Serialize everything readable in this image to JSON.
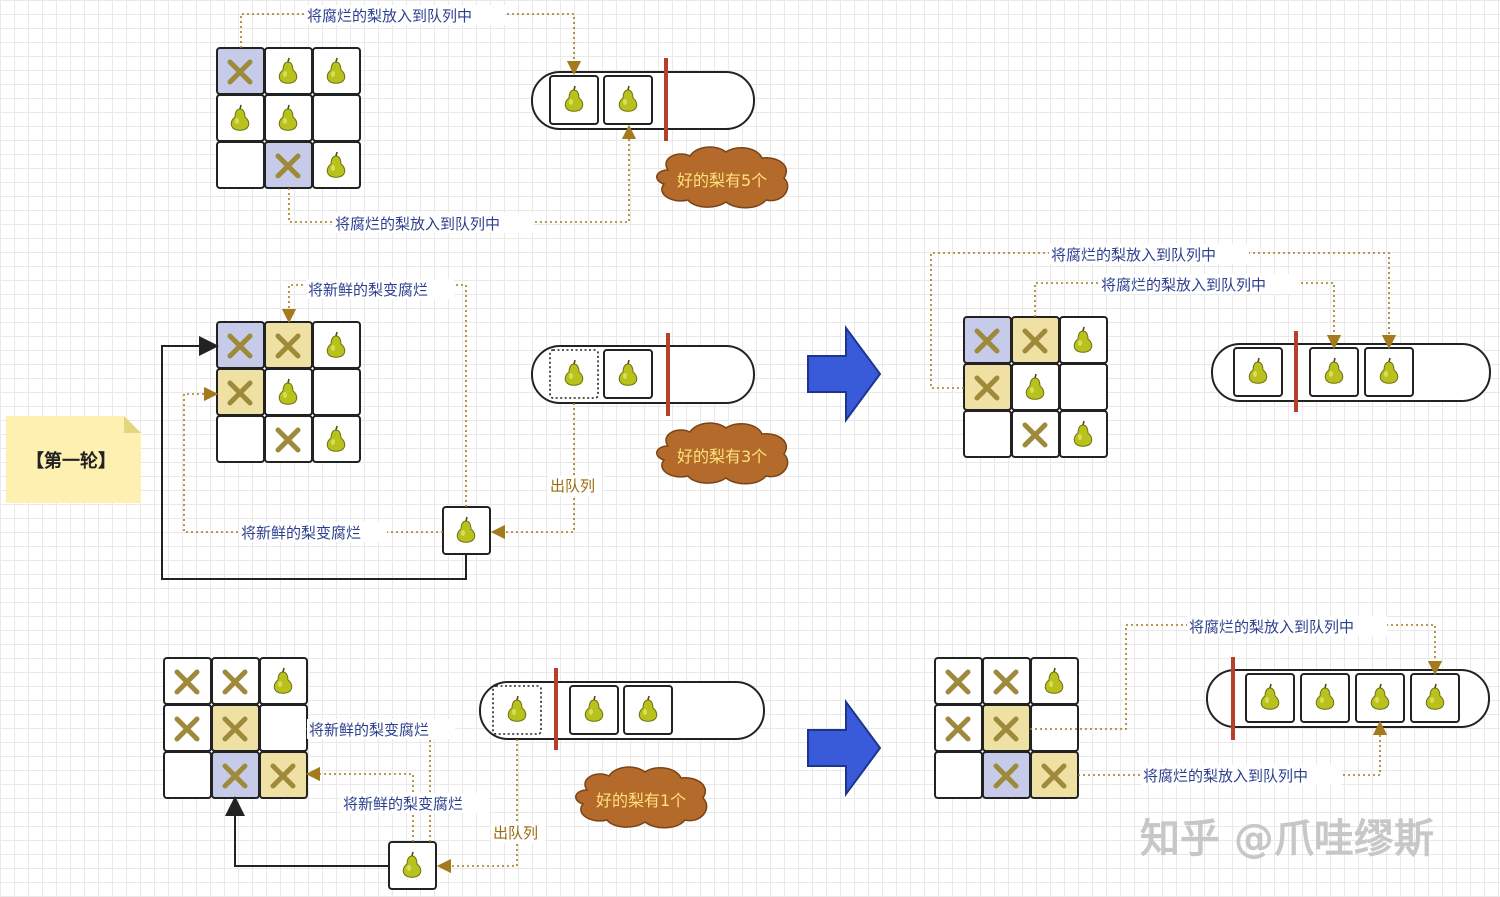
{
  "colors": {
    "rotten_cell": "#c6cbe9",
    "newly_rotten_cell": "#efe1a3",
    "x_mark": "#9e8a3a",
    "pear": "#b9c21d",
    "cloud": "#b36a2a",
    "cloud_text": "#ffe27a",
    "separator": "#b5412c",
    "label_blue": "#2c3f8f",
    "label_orange": "#9a6b12",
    "arrow_big": "#3a5bd9",
    "note": "#fdf0b0"
  },
  "icons": [
    "pear-icon",
    "x-mark-icon",
    "big-right-arrow-icon",
    "cloud-shape"
  ],
  "labels": {
    "put_rotten_in_queue": "将腐烂的梨放入到队列中",
    "fresh_becomes_rotten": "将新鲜的梨变腐烂",
    "dequeue": "出队列",
    "good_pears_5": "好的梨有5个",
    "good_pears_3": "好的梨有3个",
    "good_pears_1": "好的梨有1个"
  },
  "round_note": "【第一轮】",
  "watermark": "知乎 @爪哇缪斯"
}
